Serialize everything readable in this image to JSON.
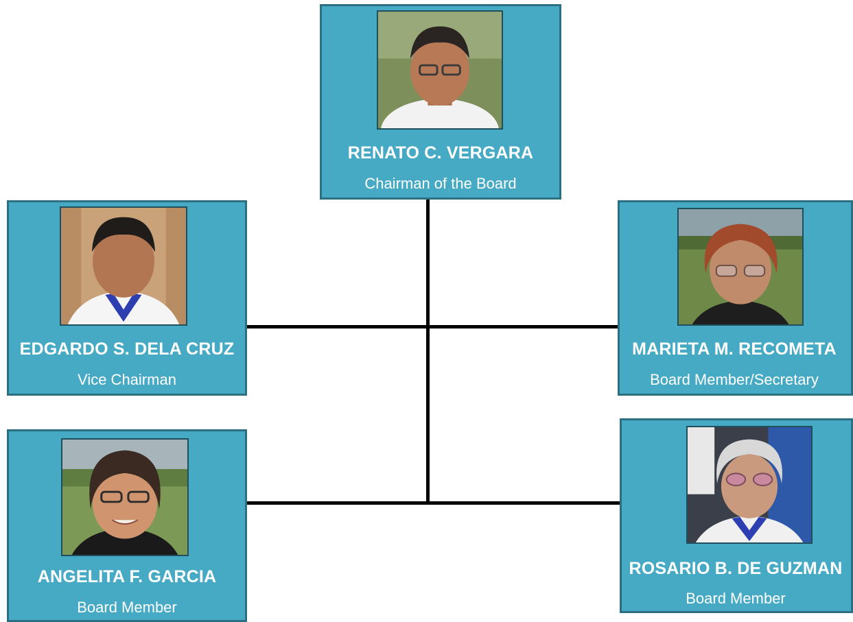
{
  "org_chart": {
    "accent_color": "#46aac4",
    "border_color": "#2c6f82",
    "connector_color": "#000000",
    "members": [
      {
        "id": "chairman",
        "name": "RENATO C. VERGARA",
        "title": "Chairman of the Board"
      },
      {
        "id": "vice-chairman",
        "name": "EDGARDO S. DELA CRUZ",
        "title": "Vice Chairman"
      },
      {
        "id": "secretary",
        "name": "MARIETA M. RECOMETA",
        "title": "Board Member/Secretary"
      },
      {
        "id": "member-garcia",
        "name": "ANGELITA F. GARCIA",
        "title": "Board Member"
      },
      {
        "id": "member-de-guzman",
        "name": "ROSARIO B. DE GUZMAN",
        "title": "Board Member"
      }
    ]
  }
}
